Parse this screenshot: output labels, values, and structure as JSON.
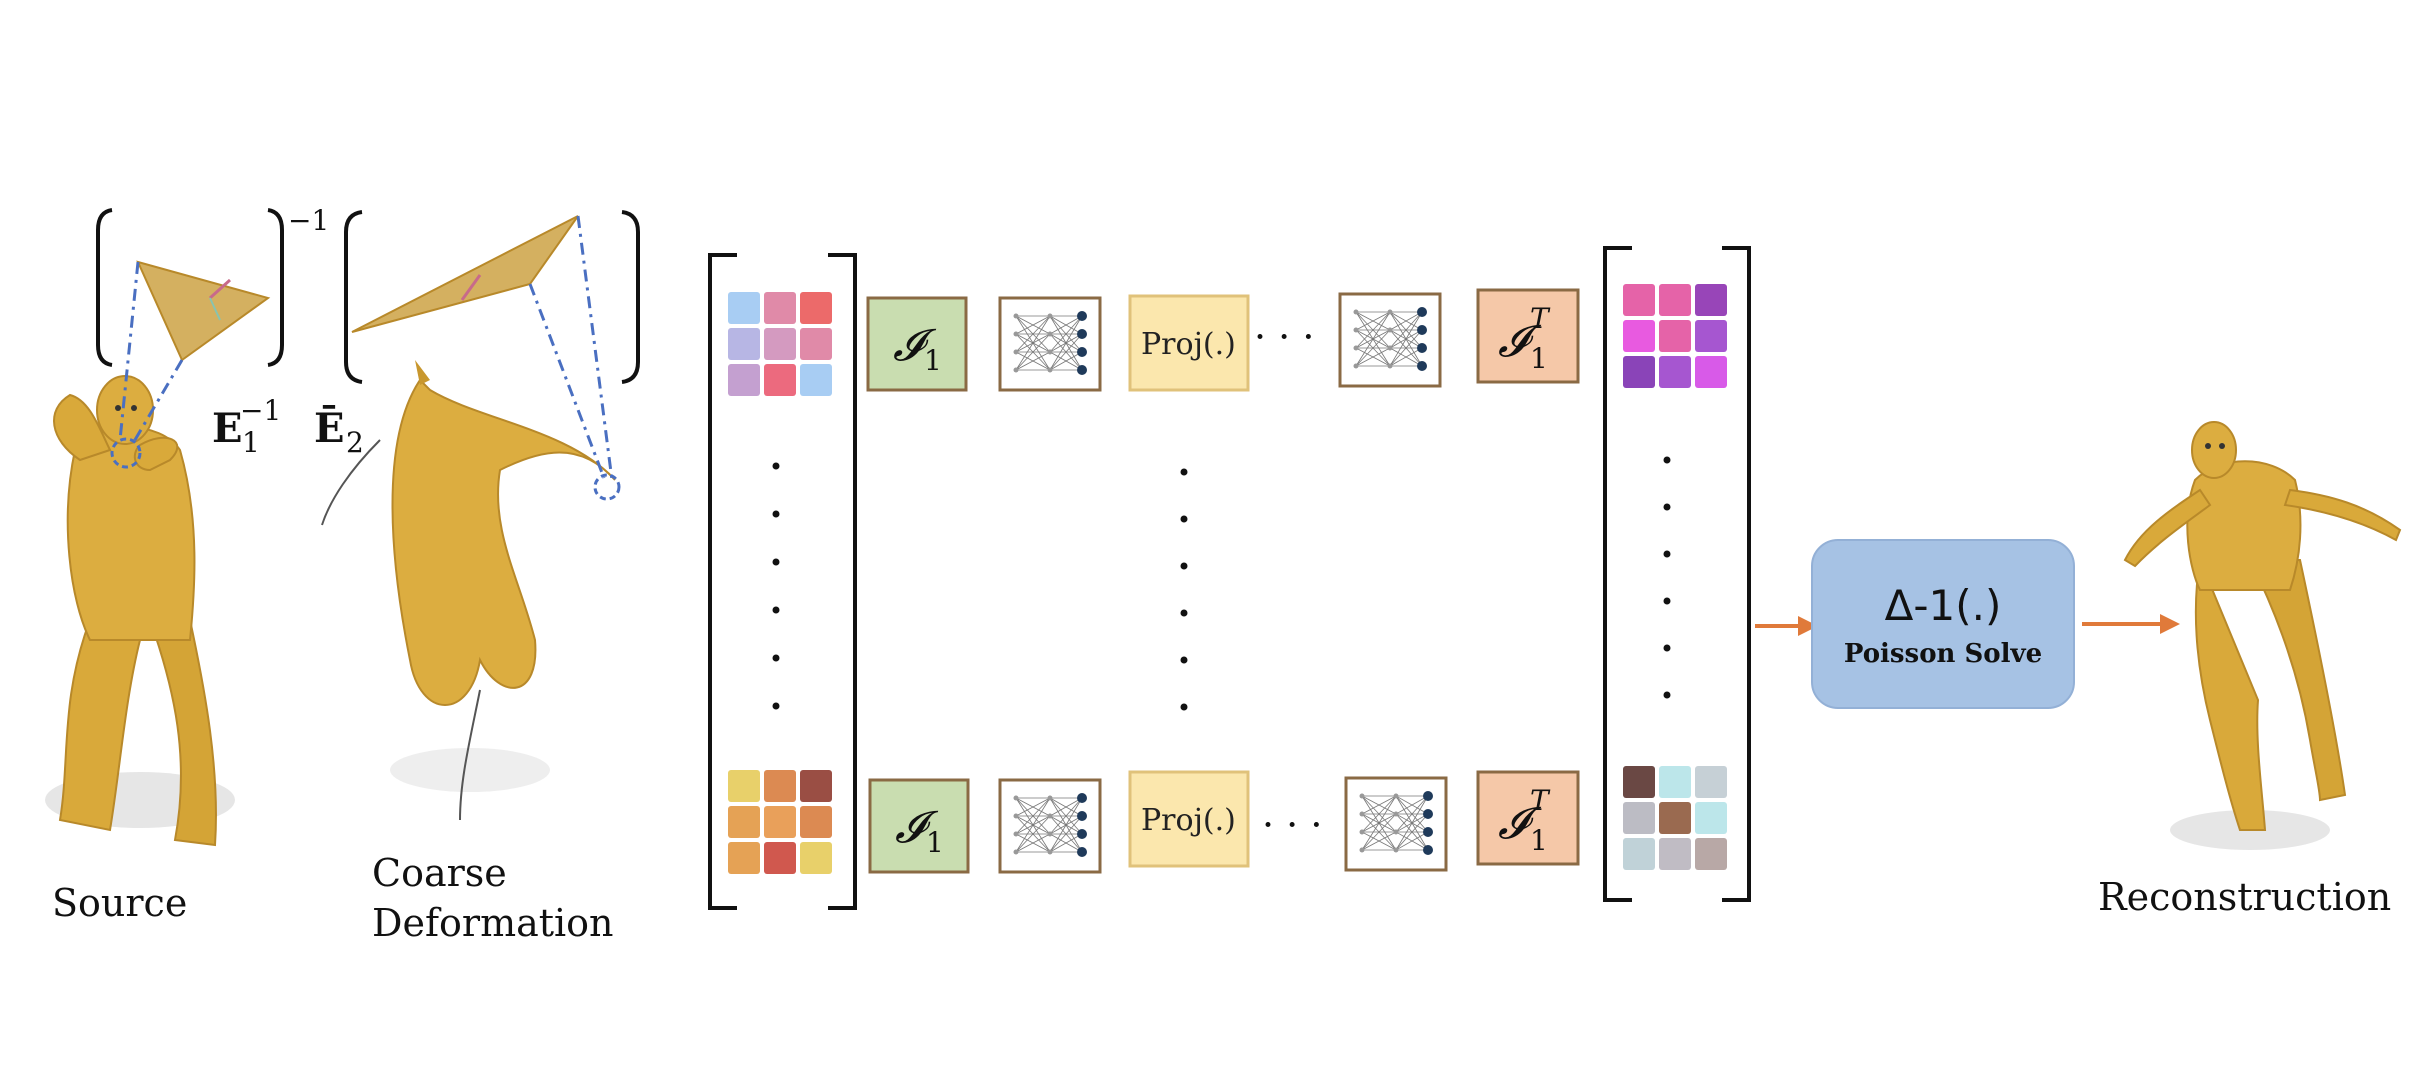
{
  "labels": {
    "source": "Source",
    "coarse_line1": "Coarse",
    "coarse_line2": "Deformation",
    "reconstruction": "Reconstruction"
  },
  "math": {
    "inverse_exp": "−1",
    "e1_inv": "E",
    "e1_sub": "1",
    "e1_sup": "−1",
    "e2": "Ē",
    "e2_sub": "2"
  },
  "pipeline": {
    "op_symbol": "𝓘",
    "op_sub": "1",
    "op_T_sup": "T",
    "proj_label": "Proj(.)",
    "ellipsis": "· · ·"
  },
  "poisson": {
    "title": "Δ-1(.)",
    "subtitle": "Poisson Solve"
  },
  "colors": {
    "mesh": "#d9a93a",
    "mesh_dark": "#b8892a",
    "triangle": "#d4b060",
    "identity_box": "#c9ddb0",
    "proj_box": "#fbe7ad",
    "transpose_box": "#f5c8a8",
    "poisson_box": "#a6c2e4",
    "arrow": "#e07a3a",
    "dash": "#4a6fc1",
    "matrix_top_left": [
      "#a8cdf3",
      "#e08aa8",
      "#ec6a6a",
      "#b7b6e4",
      "#d49ac0",
      "#e08aa8",
      "#c4a0d0",
      "#ec6a7e",
      "#a8cdf3"
    ],
    "matrix_bottom_left": [
      "#e8d06a",
      "#dc8a52",
      "#9a4e44",
      "#e5a255",
      "#e9a05a",
      "#dc8a52",
      "#e5a255",
      "#d0584e",
      "#e8d06a"
    ],
    "matrix_top_right": [
      "#e563a8",
      "#e563a8",
      "#9845b8",
      "#e85ae0",
      "#e563a8",
      "#a656d0",
      "#8a44b8",
      "#a656d0",
      "#d85ae8"
    ],
    "matrix_bottom_right": [
      "#6a4844",
      "#bce6ea",
      "#c6d0d6",
      "#bcbcc4",
      "#9a6a50",
      "#bce6ea",
      "#c0d2d8",
      "#c0bcc4",
      "#b8a8a6"
    ]
  }
}
